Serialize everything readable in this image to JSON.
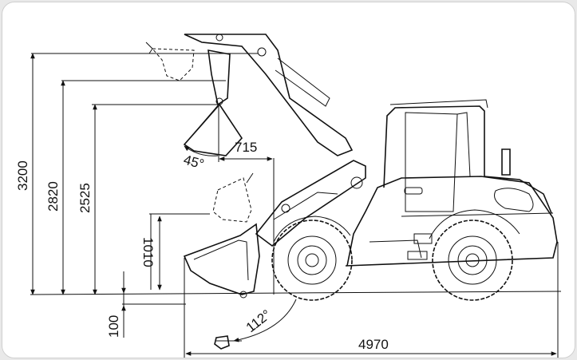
{
  "dimensions": {
    "max_height": "3200",
    "hinge_height": "2820",
    "dump_height": "2525",
    "reach": "715",
    "dump_angle": "45°",
    "carry_height": "1010",
    "dig_depth": "100",
    "rollback_angle": "112°",
    "length": "4970"
  },
  "colors": {
    "line": "#111111",
    "background": "#ffffff",
    "frame": "#e9e9e9"
  }
}
